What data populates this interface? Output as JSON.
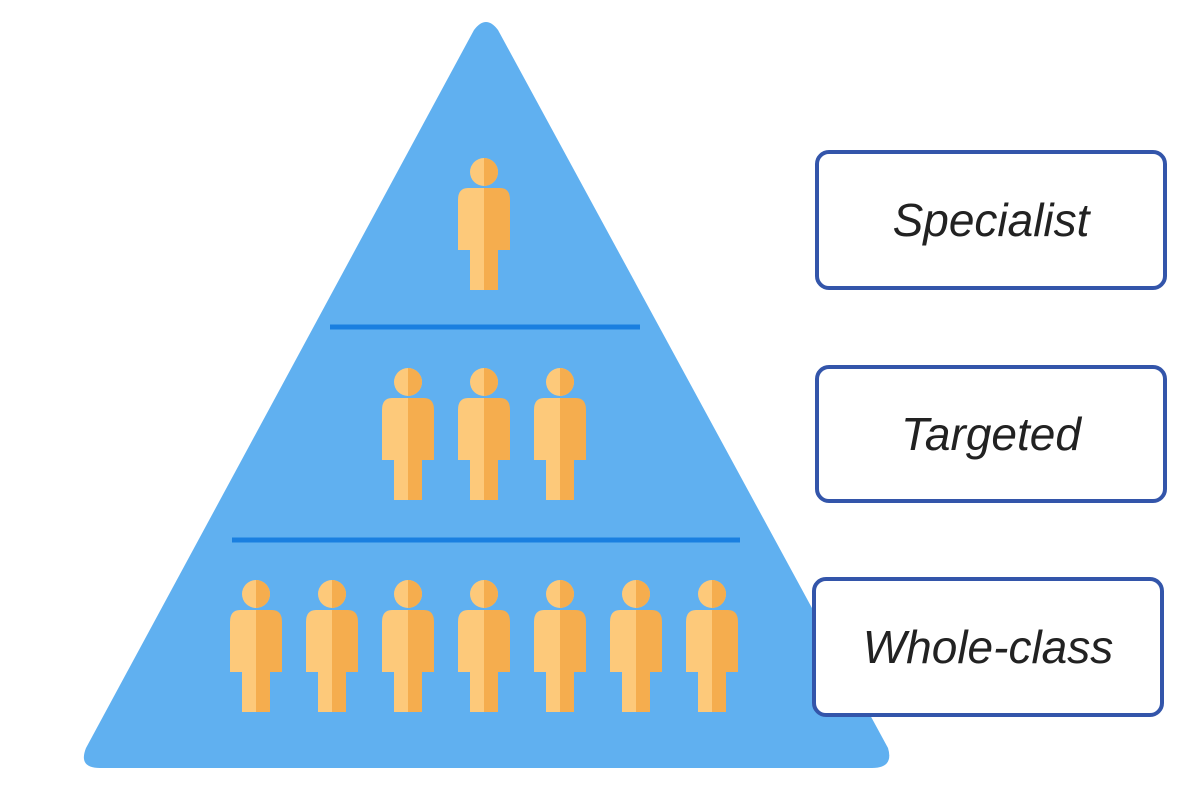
{
  "diagram": {
    "tiers": [
      {
        "label": "Specialist",
        "people": 1
      },
      {
        "label": "Targeted",
        "people": 3
      },
      {
        "label": "Whole-class",
        "people": 7
      }
    ],
    "colors": {
      "pyramid_fill": "#60b0f0",
      "divider": "#1a7fe0",
      "person_light": "#fdc97a",
      "person_dark": "#f5ad4e",
      "label_border": "#3355aa",
      "label_text": "#222222"
    },
    "icons": [
      "person-icon"
    ]
  }
}
